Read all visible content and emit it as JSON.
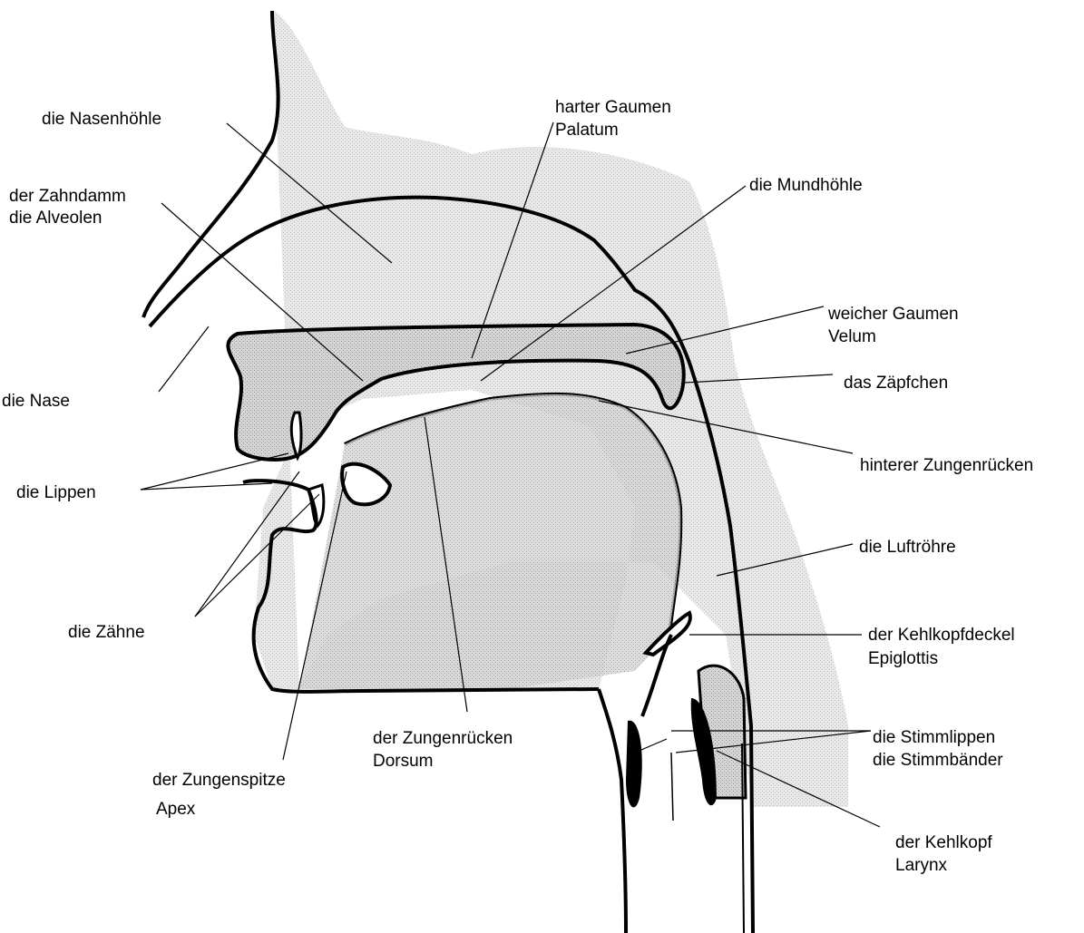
{
  "colors": {
    "tissue": "#c8c8c8",
    "outline": "#000000",
    "background": "#ffffff"
  },
  "labels": {
    "nasenhoehle": "die Nasenhöhle",
    "zahndamm": "der Zahndamm",
    "alveolen": "die Alveolen",
    "nase": "die Nase",
    "lippen": "die Lippen",
    "zaehne": "die Zähne",
    "zungenspitze": "der Zungenspitze",
    "apex": "Apex",
    "zungenruecken": "der Zungenrücken",
    "dorsum": "Dorsum",
    "harter_gaumen": "harter Gaumen",
    "palatum": "Palatum",
    "mundhoehle": "die Mundhöhle",
    "weicher_gaumen": "weicher Gaumen",
    "velum": "Velum",
    "zaepfchen": "das Zäpfchen",
    "hinterer_zungenruecken": "hinterer Zungenrücken",
    "luftroehre": "die Luftröhre",
    "kehlkopfdeckel": "der Kehlkopfdeckel",
    "epiglottis": "Epiglottis",
    "stimmlippen": "die Stimmlippen",
    "stimmbaender": "die Stimmbänder",
    "kehlkopf": "der Kehlkopf",
    "larynx": "Larynx"
  }
}
